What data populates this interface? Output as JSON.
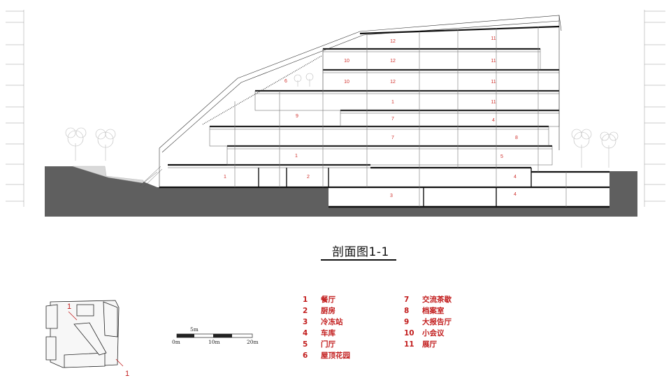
{
  "title": "剖面图1-1",
  "section_marker": "1",
  "scale": {
    "labels": [
      "5m",
      "0m",
      "10m",
      "20m"
    ]
  },
  "room_labels": [
    "1",
    "1",
    "1",
    "2",
    "3",
    "4",
    "4",
    "4",
    "5",
    "6",
    "7",
    "7",
    "8",
    "9",
    "10",
    "10",
    "11",
    "11",
    "11",
    "11",
    "12",
    "12",
    "12"
  ],
  "legend": [
    {
      "num": "1",
      "name": "餐厅"
    },
    {
      "num": "2",
      "name": "厨房"
    },
    {
      "num": "3",
      "name": "冷冻站"
    },
    {
      "num": "4",
      "name": "车库"
    },
    {
      "num": "5",
      "name": "门厅"
    },
    {
      "num": "6",
      "name": "屋顶花园"
    },
    {
      "num": "7",
      "name": "交流茶歇"
    },
    {
      "num": "8",
      "name": "档案室"
    },
    {
      "num": "9",
      "name": "大报告厅"
    },
    {
      "num": "10",
      "name": "小会议"
    },
    {
      "num": "11",
      "name": "展厅"
    }
  ],
  "colors": {
    "accent": "#c21d1d",
    "ground": "#5f5f5f",
    "line": "#111111"
  }
}
